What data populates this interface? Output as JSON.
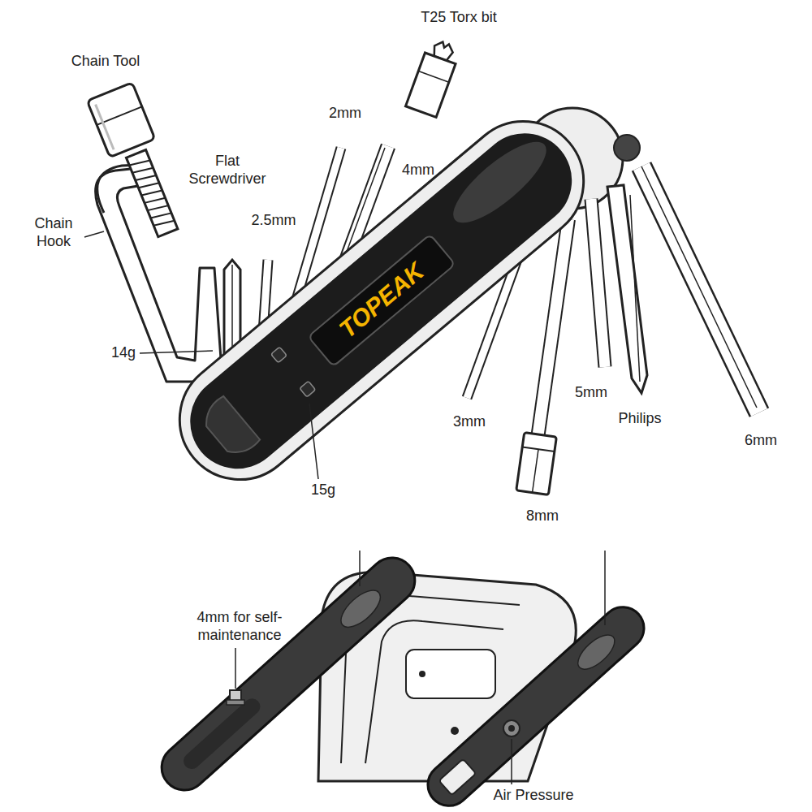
{
  "diagram": {
    "labels": [
      "T25 Torx bit",
      "Chain Tool",
      "2mm",
      "Flat Screwdriver",
      "4mm",
      "Chain Hook",
      "2.5mm",
      "TOPEAK",
      "14g",
      "3mm",
      "5mm",
      "Philips",
      "6mm",
      "15g",
      "8mm",
      "4mm for self-maintenance",
      "Air Pressure"
    ]
  }
}
